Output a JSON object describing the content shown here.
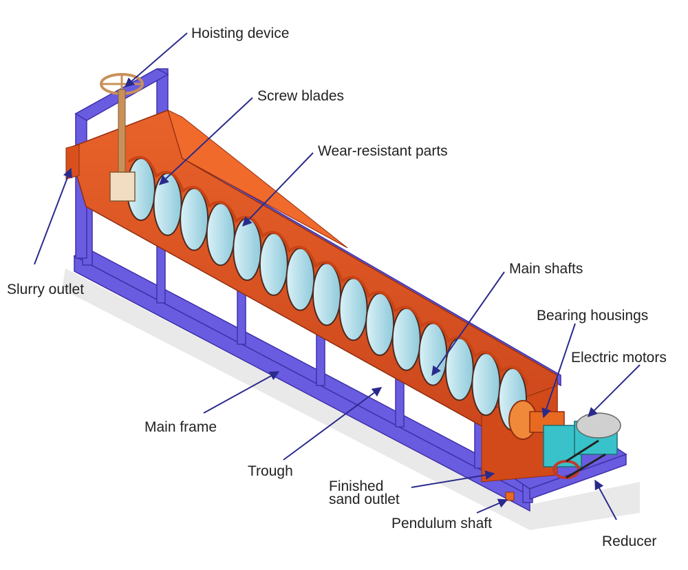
{
  "diagram": {
    "labels": {
      "hoisting_device": "Hoisting device",
      "screw_blades": "Screw blades",
      "wear_resistant_parts": "Wear-resistant parts",
      "slurry_outlet": "Slurry outlet",
      "main_shafts": "Main shafts",
      "bearing_housings": "Bearing housings",
      "electric_motors": "Electric motors",
      "main_frame": "Main frame",
      "trough": "Trough",
      "finished_sand_outlet": "Finished\nsand outlet",
      "pendulum_shaft": "Pendulum shaft",
      "reducer": "Reducer"
    },
    "colors": {
      "frame": "#6a5ce0",
      "trough": "#e0521c",
      "blade": "#a9dcea",
      "leader": "#2a2a8c",
      "motor": "#39c2c9"
    }
  }
}
